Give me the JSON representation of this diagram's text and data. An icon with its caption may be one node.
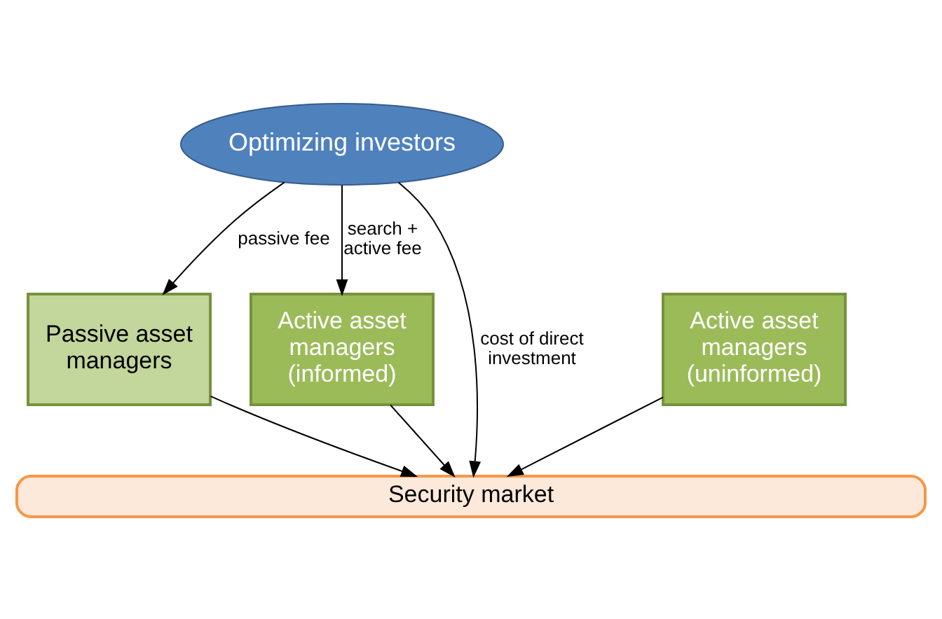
{
  "diagram": {
    "nodes": [
      {
        "text": [
          "Optimizing investors"
        ]
      },
      {
        "text": [
          "Passive asset managers"
        ]
      },
      {
        "text": [
          "Active asset managers (informed)"
        ]
      },
      {
        "text": [
          "Active asset managers (uninformed)"
        ]
      },
      {
        "text": [
          "Security market"
        ]
      }
    ],
    "edges": [
      {
        "from": 0,
        "to": 4,
        "arrow": "to",
        "label": "cost of direct investment"
      },
      {
        "from": 0,
        "to": 1,
        "arrow": "to",
        "label": "passive fee"
      },
      {
        "from": 0,
        "to": 2,
        "arrow": "to",
        "label": "search + active fee"
      },
      {
        "from": 1,
        "to": 4,
        "arrow": "to"
      },
      {
        "from": 2,
        "to": 4,
        "arrow": "to"
      },
      {
        "from": 3,
        "to": 4,
        "arrow": "to"
      }
    ]
  }
}
